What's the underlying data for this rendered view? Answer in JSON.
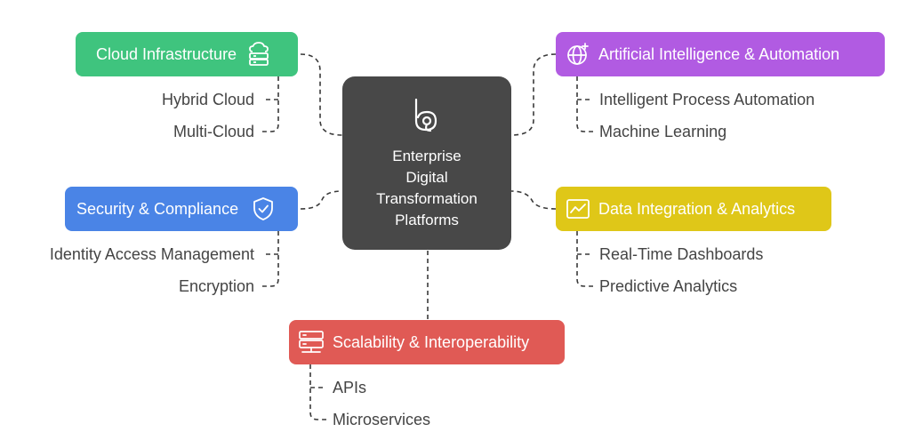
{
  "center": {
    "title": "Enterprise\nDigital\nTransformation\nPlatforms"
  },
  "branches": {
    "cloud": {
      "label": "Cloud Infrastructure",
      "icon": "cloud-server-icon",
      "color": "#3fc47e",
      "items": [
        "Hybrid Cloud",
        "Multi-Cloud"
      ]
    },
    "security": {
      "label": "Security & Compliance",
      "icon": "shield-check-icon",
      "color": "#4a84e6",
      "items": [
        "Identity Access Management",
        "Encryption"
      ]
    },
    "scalability": {
      "label": "Scalability & Interoperability",
      "icon": "server-network-icon",
      "color": "#e05a55",
      "items": [
        "APIs",
        "Microservices"
      ]
    },
    "ai": {
      "label": "Artificial Intelligence & Automation",
      "icon": "globe-sparkle-icon",
      "color": "#b15be2",
      "items": [
        "Intelligent Process Automation",
        "Machine Learning"
      ]
    },
    "data": {
      "label": "Data Integration & Analytics",
      "icon": "line-chart-icon",
      "color": "#dfc718",
      "items": [
        "Real-Time Dashboards",
        "Predictive Analytics"
      ]
    }
  }
}
